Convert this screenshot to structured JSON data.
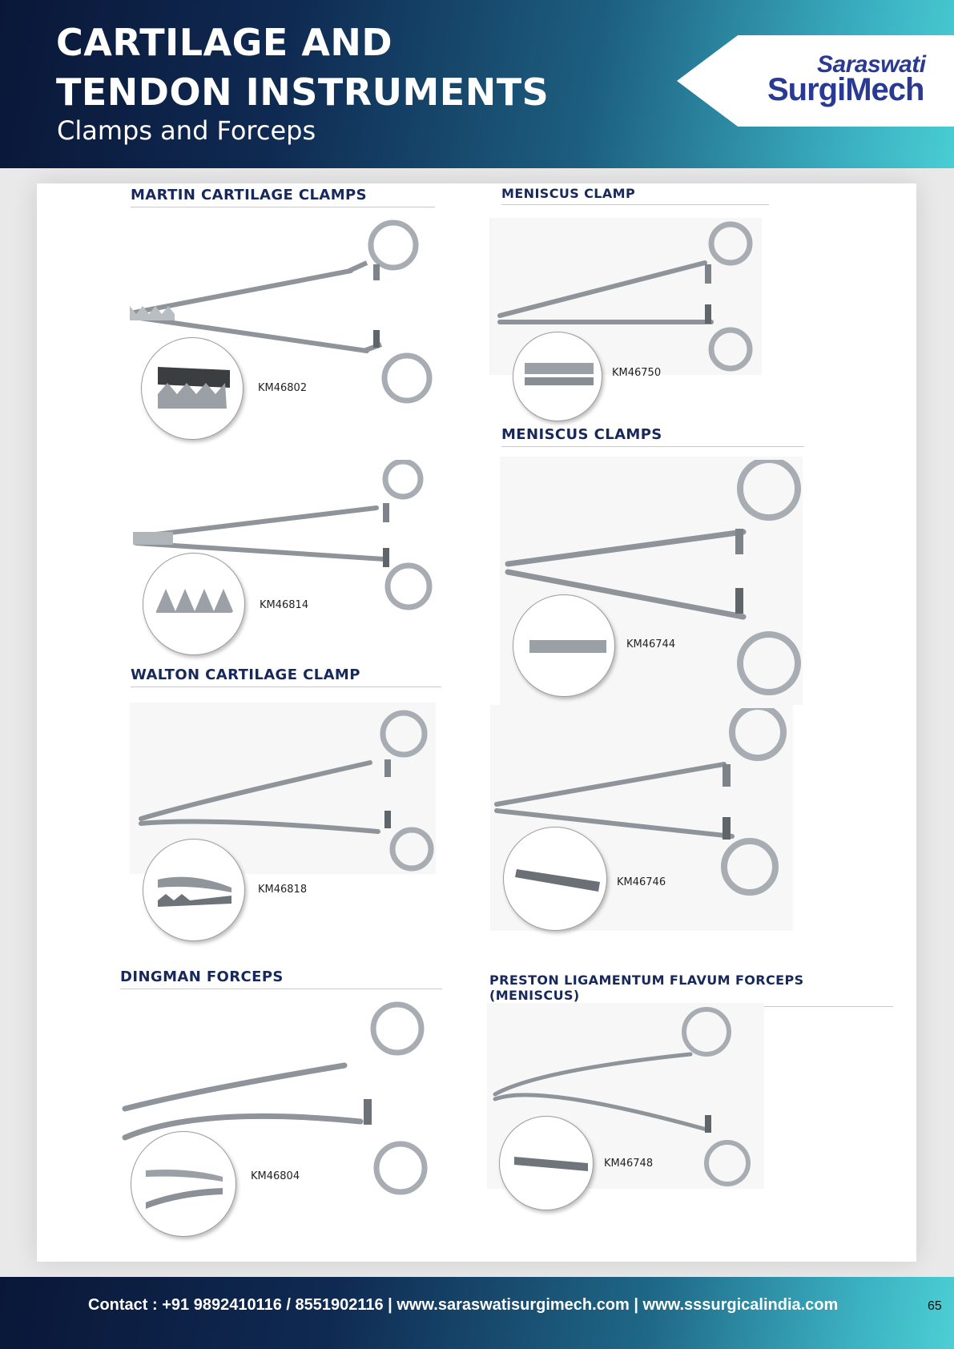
{
  "header": {
    "title": "CARTILAGE AND TENDON INSTRUMENTS",
    "subtitle": "Clamps and Forceps",
    "logo_line1": "Saraswati",
    "logo_line2": "SurgiMech"
  },
  "sections": {
    "martin": "MARTIN CARTILAGE CLAMPS",
    "meniscus_single": "MENISCUS CLAMP",
    "meniscus_multi": "MENISCUS CLAMPS",
    "walton": "WALTON CARTILAGE CLAMP",
    "dingman": "DINGMAN FORCEPS",
    "preston": "PRESTON LIGAMENTUM FLAVUM FORCEPS (MENISCUS)"
  },
  "products": {
    "p1": "KM46802",
    "p2": "KM46814",
    "p3": "KM46818",
    "p4": "KM46804",
    "p5": "KM46750",
    "p6": "KM46744",
    "p7": "KM46746",
    "p8": "KM46748"
  },
  "footer": {
    "contact": "Contact : +91 9892410116 / 8551902116 | www.saraswatisurgimech.com | www.sssurgicalindia.com",
    "page_number": "65"
  }
}
